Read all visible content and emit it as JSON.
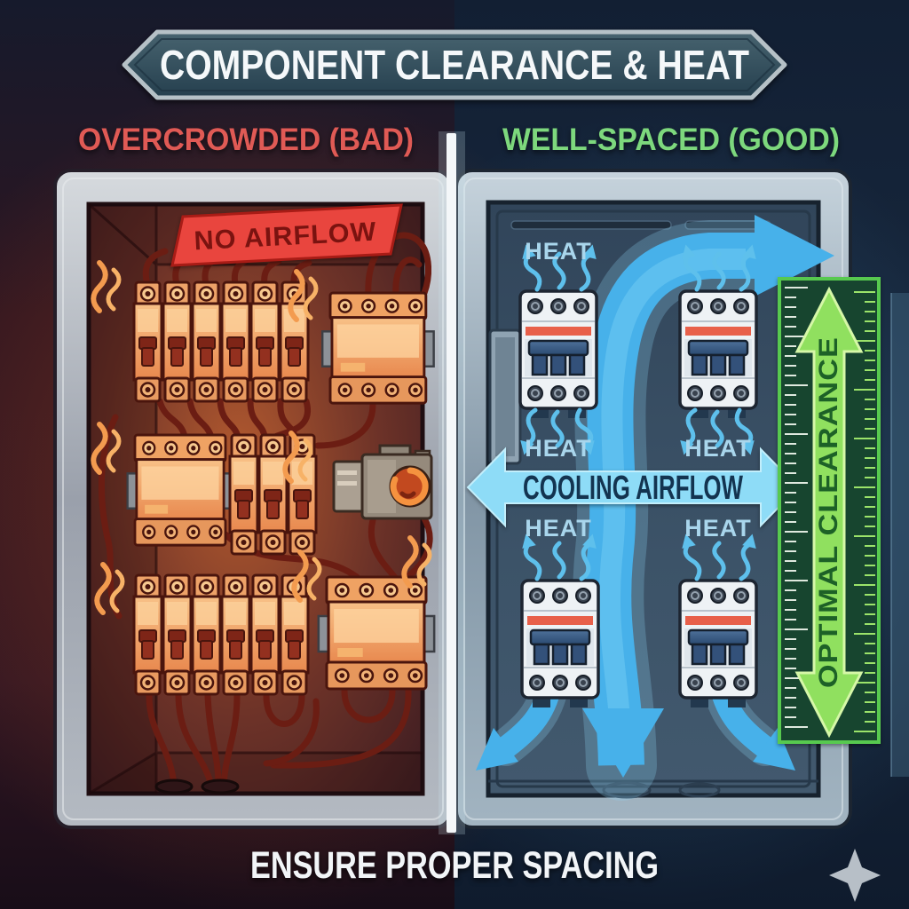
{
  "banner": {
    "title": "COMPONENT CLEARANCE & HEAT",
    "border_color": "#b6c1c7",
    "text_color": "#f5f8fa"
  },
  "columns": {
    "left": {
      "label": "OVERCROWDED (BAD)",
      "color": "#e05a55"
    },
    "right": {
      "label": "WELL-SPACED (GOOD)",
      "color": "#7dd87d"
    }
  },
  "divider_color": "#f4f7f9",
  "left_panel": {
    "badge": {
      "label": "NO AIRFLOW",
      "fill": "#e9453e",
      "border": "#a81c16",
      "text_color": "#7a1310"
    },
    "frame_color": "#b9bfc9",
    "breaker_color": "#f2a768",
    "wire_color": "#6b1d13",
    "heat_squiggle_color": "#f39b4f",
    "glow_color": "#c3653a"
  },
  "right_panel": {
    "heat_label": "HEAT",
    "heat_text_color": "#a9d6ec",
    "wavy_arrow_color": "#5ec0ec",
    "airflow_color": "#47b1ea",
    "cooling_arrow": {
      "label": "COOLING AIRFLOW",
      "fill": "#8edcf7",
      "border": "#c2eefb",
      "text_color": "#133450"
    },
    "frame_color": "#a9bcca",
    "breaker_body": "#eef2f5",
    "breaker_stripe": "#e8604a",
    "breaker_toggle": "#33517a"
  },
  "ruler": {
    "label": "OPTIMAL CLEARANCE",
    "fill": "#17452f",
    "border": "#57c94f",
    "arrow_fill": "#90e05f",
    "arrow_border": "#d6f7a8",
    "text_color": "#1d6127",
    "tick_color_left": "#dfe9df",
    "tick_color_right": "#9be36a"
  },
  "footer": {
    "label": "ENSURE PROPER SPACING",
    "color": "#f2f5f8"
  },
  "sparkle_color": "#b7bfc7"
}
